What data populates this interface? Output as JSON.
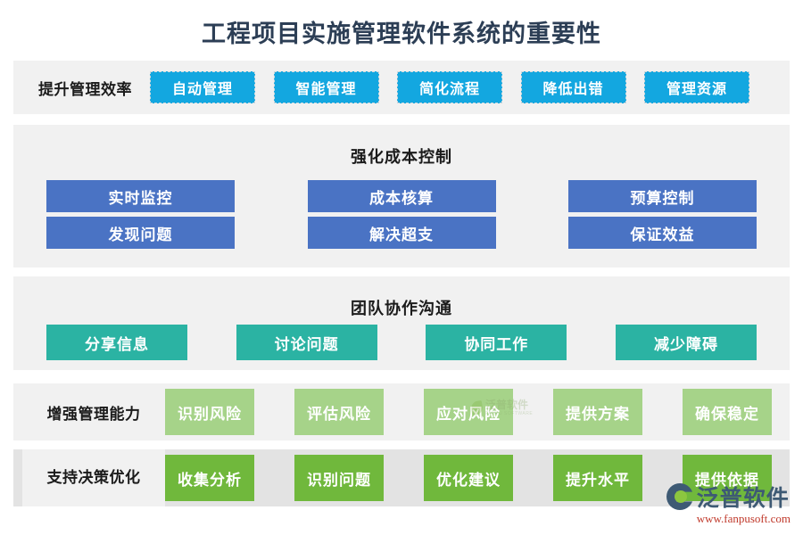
{
  "page": {
    "title": "工程项目实施管理软件系统的重要性"
  },
  "sections": {
    "efficiency": {
      "label": "提升管理效率",
      "color": "#13a7e0",
      "items": [
        "自动管理",
        "智能管理",
        "简化流程",
        "降低出错",
        "管理资源"
      ]
    },
    "cost": {
      "heading": "强化成本控制",
      "color": "#4a73c4",
      "columns": [
        {
          "top": "实时监控",
          "bottom": "发现问题"
        },
        {
          "top": "成本核算",
          "bottom": "解决超支"
        },
        {
          "top": "预算控制",
          "bottom": "保证效益"
        }
      ]
    },
    "team": {
      "heading": "团队协作沟通",
      "color": "#2bb3a3",
      "items": [
        "分享信息",
        "讨论问题",
        "协同工作",
        "减少障碍"
      ]
    },
    "ability": {
      "label": "增强管理能力",
      "color": "#a6d389",
      "items": [
        "识别风险",
        "评估风险",
        "应对风险",
        "提供方案",
        "确保稳定"
      ]
    },
    "decision": {
      "label": "支持决策优化",
      "color": "#70b83c",
      "items": [
        "收集分析",
        "识别问题",
        "优化建议",
        "提升水平",
        "提供依据"
      ]
    }
  },
  "watermarks": {
    "center": {
      "cn": "泛普软件",
      "en": "FANPU SOFTWARE"
    },
    "brand": {
      "cn": "泛普软件",
      "url": "www.fanpusoft.com"
    }
  }
}
